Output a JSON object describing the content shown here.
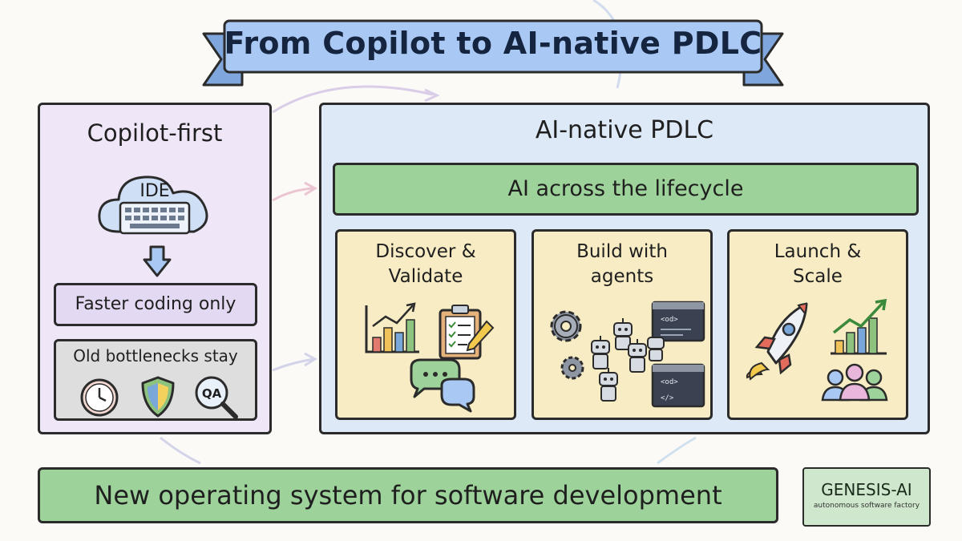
{
  "title": "From Copilot to AI-native PDLC",
  "left_panel": {
    "heading": "Copilot-first",
    "cloud_label": "IDE",
    "outcome": "Faster coding only",
    "bottleneck_label": "Old bottlenecks stay",
    "qa_label": "QA",
    "icons": [
      "cloud-icon",
      "keyboard-icon",
      "down-arrow-icon",
      "clock-icon",
      "shield-icon",
      "qa-magnifier-icon"
    ]
  },
  "right_panel": {
    "heading": "AI-native PDLC",
    "banner": "AI across the lifecycle",
    "stages": [
      {
        "label": "Discover &\nValidate",
        "icons": [
          "bar-chart-icon",
          "clipboard-checklist-icon",
          "chat-bubbles-icon"
        ]
      },
      {
        "label": "Build with\nagents",
        "code_tag": "<od>",
        "code_tag_close": "</>",
        "icons": [
          "gear-icon",
          "robot-icon",
          "code-window-icon"
        ]
      },
      {
        "label": "Launch &\nScale",
        "icons": [
          "rocket-icon",
          "growth-chart-icon",
          "people-icon"
        ]
      }
    ]
  },
  "bottom_bar": "New operating system for software development",
  "logo": {
    "name": "GENESIS-AI",
    "tagline": "autonomous software factory"
  },
  "colors": {
    "banner": "#a9c8f3",
    "left_panel": "#efe6f8",
    "right_panel": "#dee9f7",
    "green_bar": "#9dd39a",
    "stage_card": "#f8ecc4",
    "outline": "#2b2b2b"
  }
}
